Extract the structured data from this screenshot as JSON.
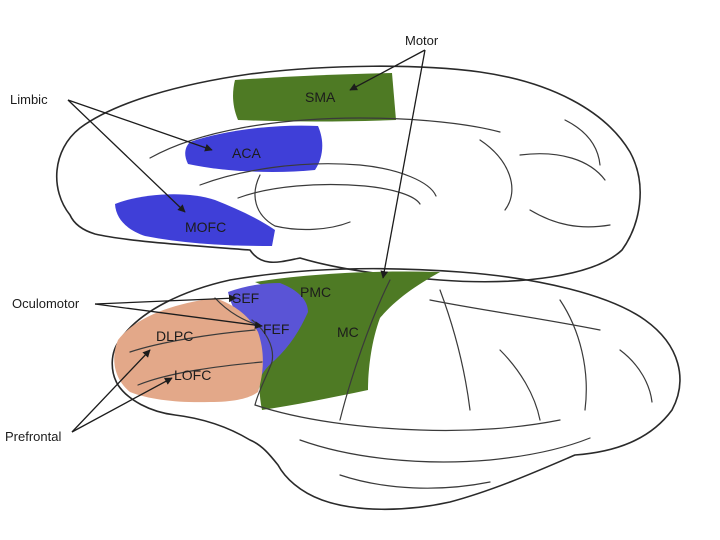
{
  "colors": {
    "background": "#ffffff",
    "brain_tissue": "#f7e3d2",
    "motor_region": "#4e7a24",
    "oculomotor_region": "#5a54d6",
    "limbic_region": "#3f3fd8",
    "prefrontal_region": "#e3a889",
    "outline": "#2a2a2a"
  },
  "groups": {
    "motor": "Motor",
    "limbic": "Limbic",
    "oculomotor": "Oculomotor",
    "prefrontal": "Prefrontal"
  },
  "regions": {
    "sma": "SMA",
    "aca": "ACA",
    "mofc": "MOFC",
    "sef": "SEF",
    "pmc": "PMC",
    "fef": "FEF",
    "mc": "MC",
    "dlpc": "DLPC",
    "lofc": "LOFC"
  }
}
